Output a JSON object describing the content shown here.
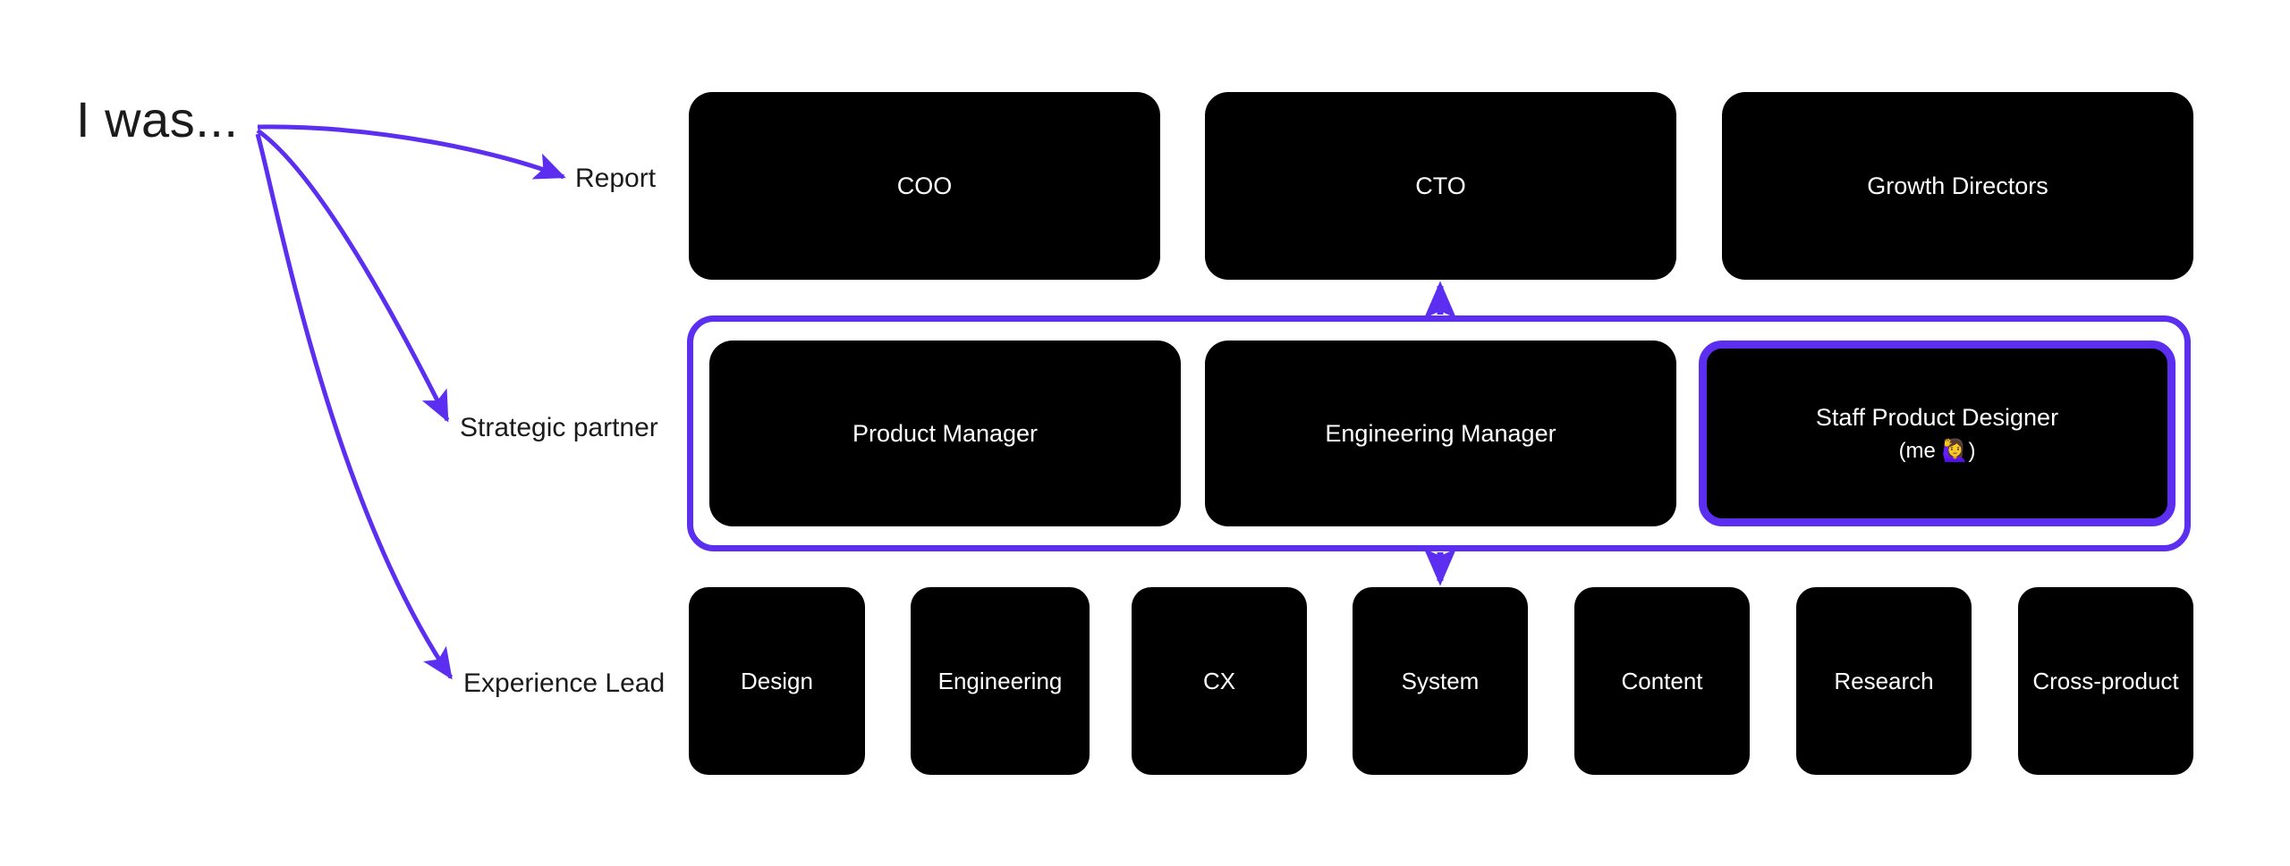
{
  "caption": {
    "text": "I was..."
  },
  "arrow_labels": [
    {
      "id": "report",
      "text": "Report"
    },
    {
      "id": "strategic",
      "text": "Strategic partner"
    },
    {
      "id": "experience",
      "text": "Experience Lead"
    }
  ],
  "rows": {
    "top": {
      "nodes": [
        {
          "id": "coo",
          "label": "COO"
        },
        {
          "id": "cto",
          "label": "CTO"
        },
        {
          "id": "growth",
          "label": "Growth Directors"
        }
      ]
    },
    "middle": {
      "nodes": [
        {
          "id": "pm",
          "label": "Product Manager",
          "sub": ""
        },
        {
          "id": "em",
          "label": "Engineering Manager",
          "sub": ""
        },
        {
          "id": "spd",
          "label": "Staff Product Designer",
          "sub": "(me 🙋‍♀️)"
        }
      ]
    },
    "bottom": {
      "nodes": [
        {
          "id": "design",
          "label": "Design"
        },
        {
          "id": "engineering",
          "label": "Engineering"
        },
        {
          "id": "cx",
          "label": "CX"
        },
        {
          "id": "system",
          "label": "System"
        },
        {
          "id": "content",
          "label": "Content"
        },
        {
          "id": "research",
          "label": "Research"
        },
        {
          "id": "crossproduct",
          "label": "Cross-product"
        }
      ]
    }
  },
  "colors": {
    "accent_purple": "#5b2ef0",
    "node_fill": "#000000",
    "background": "#ffffff",
    "text_dark": "#1b1b1b",
    "text_light": "#ffffff"
  },
  "connectors": [
    {
      "id": "container-to-cto",
      "direction": "up",
      "from": "middle-container",
      "to": "cto"
    },
    {
      "id": "container-to-system",
      "direction": "down",
      "from": "middle-container",
      "to": "system"
    }
  ]
}
